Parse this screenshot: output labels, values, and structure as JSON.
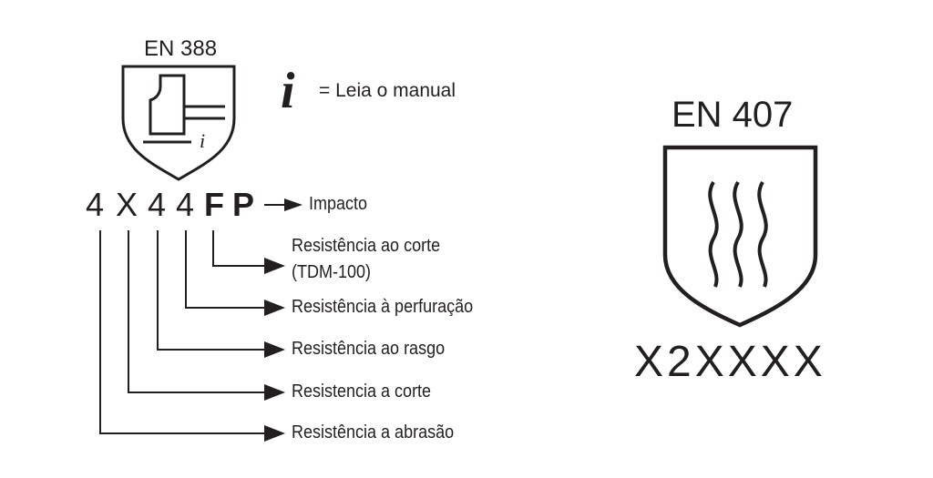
{
  "en388": {
    "title": "EN 388",
    "info_legend": "= Leia o manual",
    "code": [
      "4",
      "X",
      "4",
      "4",
      "F",
      "P"
    ],
    "labels": {
      "impact": "Impacto",
      "cut_tdm_line1": "Resistência ao corte",
      "cut_tdm_line2": "(TDM-100)",
      "puncture": "Resistência à perfuração",
      "tear": "Resistência ao rasgo",
      "cut": "Resistencia a corte",
      "abrasion": "Resistência a abrasão"
    }
  },
  "en407": {
    "title": "EN 407",
    "code": "X2XXXX"
  },
  "colors": {
    "ink": "#231f20",
    "background": "#ffffff"
  }
}
